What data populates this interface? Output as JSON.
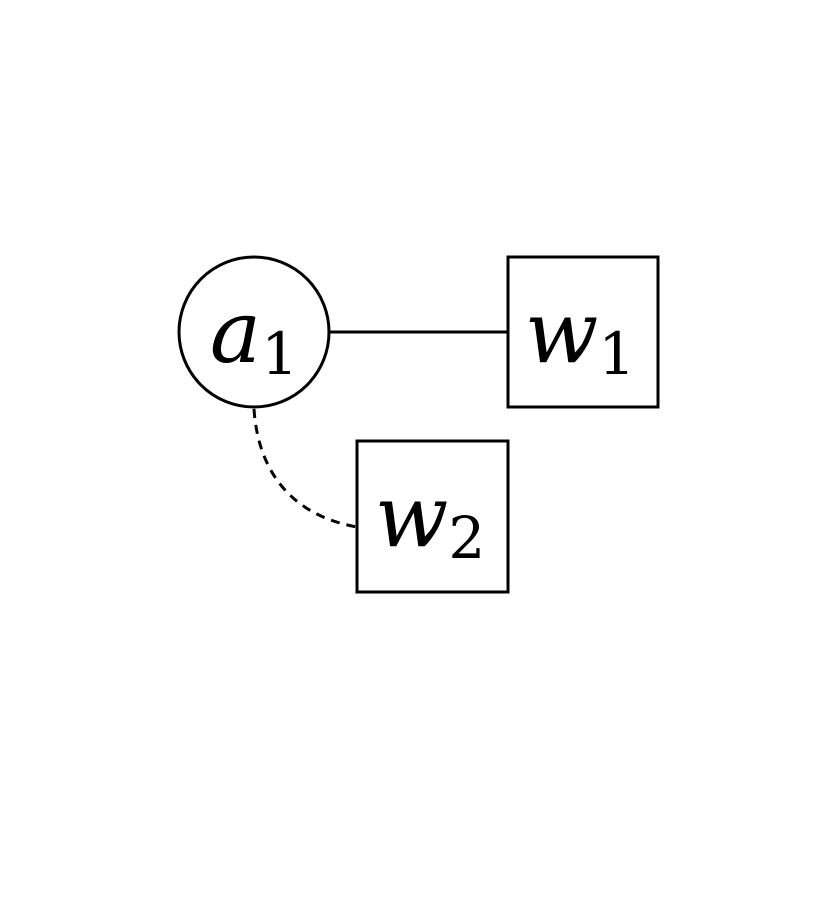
{
  "diagram": {
    "stroke_color": "#000000",
    "background_color": "#ffffff",
    "nodes": [
      {
        "id": "a1",
        "shape": "circle",
        "symbol": "a",
        "subscript": "1"
      },
      {
        "id": "w1",
        "shape": "square",
        "symbol": "w",
        "subscript": "1"
      },
      {
        "id": "w2",
        "shape": "square",
        "symbol": "w",
        "subscript": "2"
      }
    ],
    "edges": [
      {
        "from": "a1",
        "to": "w1",
        "style": "solid"
      },
      {
        "from": "a1",
        "to": "w2",
        "style": "dashed",
        "curved": true
      }
    ]
  }
}
